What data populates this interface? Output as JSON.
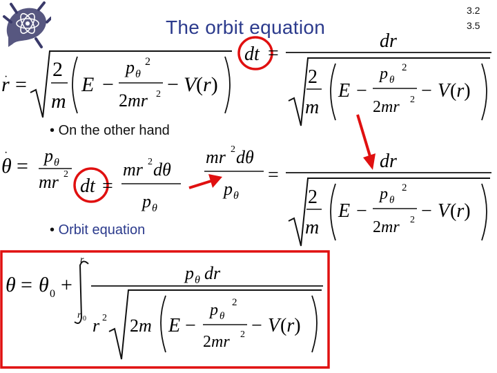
{
  "slide": {
    "title": "The orbit equation",
    "section_numbers": [
      "3.2",
      "3.5"
    ]
  },
  "bullets": {
    "bullet_marker": "•",
    "other_hand": "On the other hand",
    "orbit_equation": "Orbit equation"
  },
  "equations": {
    "eq1_lhs": "ṙ =",
    "eq2_lhs": "θ̇ =",
    "orbit": "θ = θ₀ + ∫ p_θ dr / ( r² √( 2m ( E − p_θ²/(2mr²) − V(r) ) ) )"
  },
  "colors": {
    "title": "#2b3a8c",
    "highlight": "#e01010",
    "arrow": "#e01010"
  },
  "icons": {
    "logo": "lizard-atom-logo",
    "arrow_right": "red-arrow-right",
    "arrow_down": "red-arrow-down"
  }
}
